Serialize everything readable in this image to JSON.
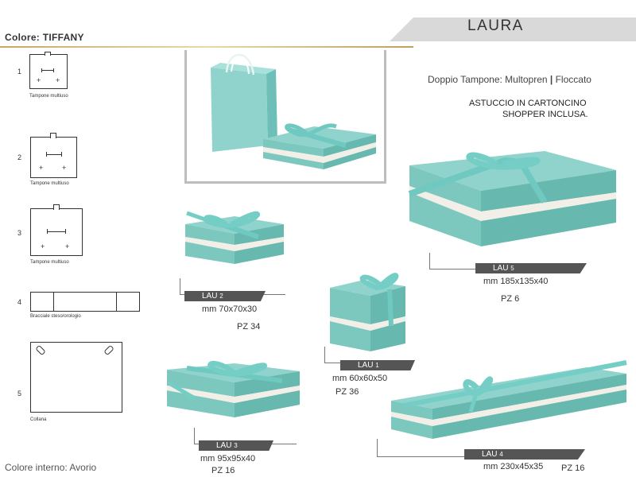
{
  "header": {
    "color_label": "Colore: TIFFANY",
    "title": "LAURA"
  },
  "description": {
    "line1": "Doppio Tampone: Multopren",
    "sep": "|",
    "line1b": "Floccato",
    "line2": "ASTUCCIO IN CARTONCINO",
    "line3": "SHOPPER INCLUSA."
  },
  "inserts": [
    {
      "num": "1",
      "label": "Tampone multiuso"
    },
    {
      "num": "2",
      "label": "Tampone multiuso"
    },
    {
      "num": "3",
      "label": "Tampone multiuso"
    },
    {
      "num": "4",
      "label": "Bracciale steso/orologio"
    },
    {
      "num": "5",
      "label": "Collana"
    }
  ],
  "footer": {
    "interior": "Colore interno: Avorio"
  },
  "products": [
    {
      "code": "LAU",
      "num": "2",
      "size": "mm 70x70x30",
      "pz": "PZ 34"
    },
    {
      "code": "LAU",
      "num": "1",
      "size": "mm 60x60x50",
      "pz": "PZ 36"
    },
    {
      "code": "LAU",
      "num": "3",
      "size": "mm 95x95x40",
      "pz": "PZ 16"
    },
    {
      "code": "LAU",
      "num": "5",
      "size": "mm 185x135x40",
      "pz": "PZ 6"
    },
    {
      "code": "LAU",
      "num": "4",
      "size": "mm 230x45x35",
      "pz": "PZ 16"
    }
  ],
  "colors": {
    "tiffany": "#7ecfc4",
    "tiffany_dark": "#4fb3a8",
    "interior": "#f4f2ec",
    "tag": "#555555"
  }
}
